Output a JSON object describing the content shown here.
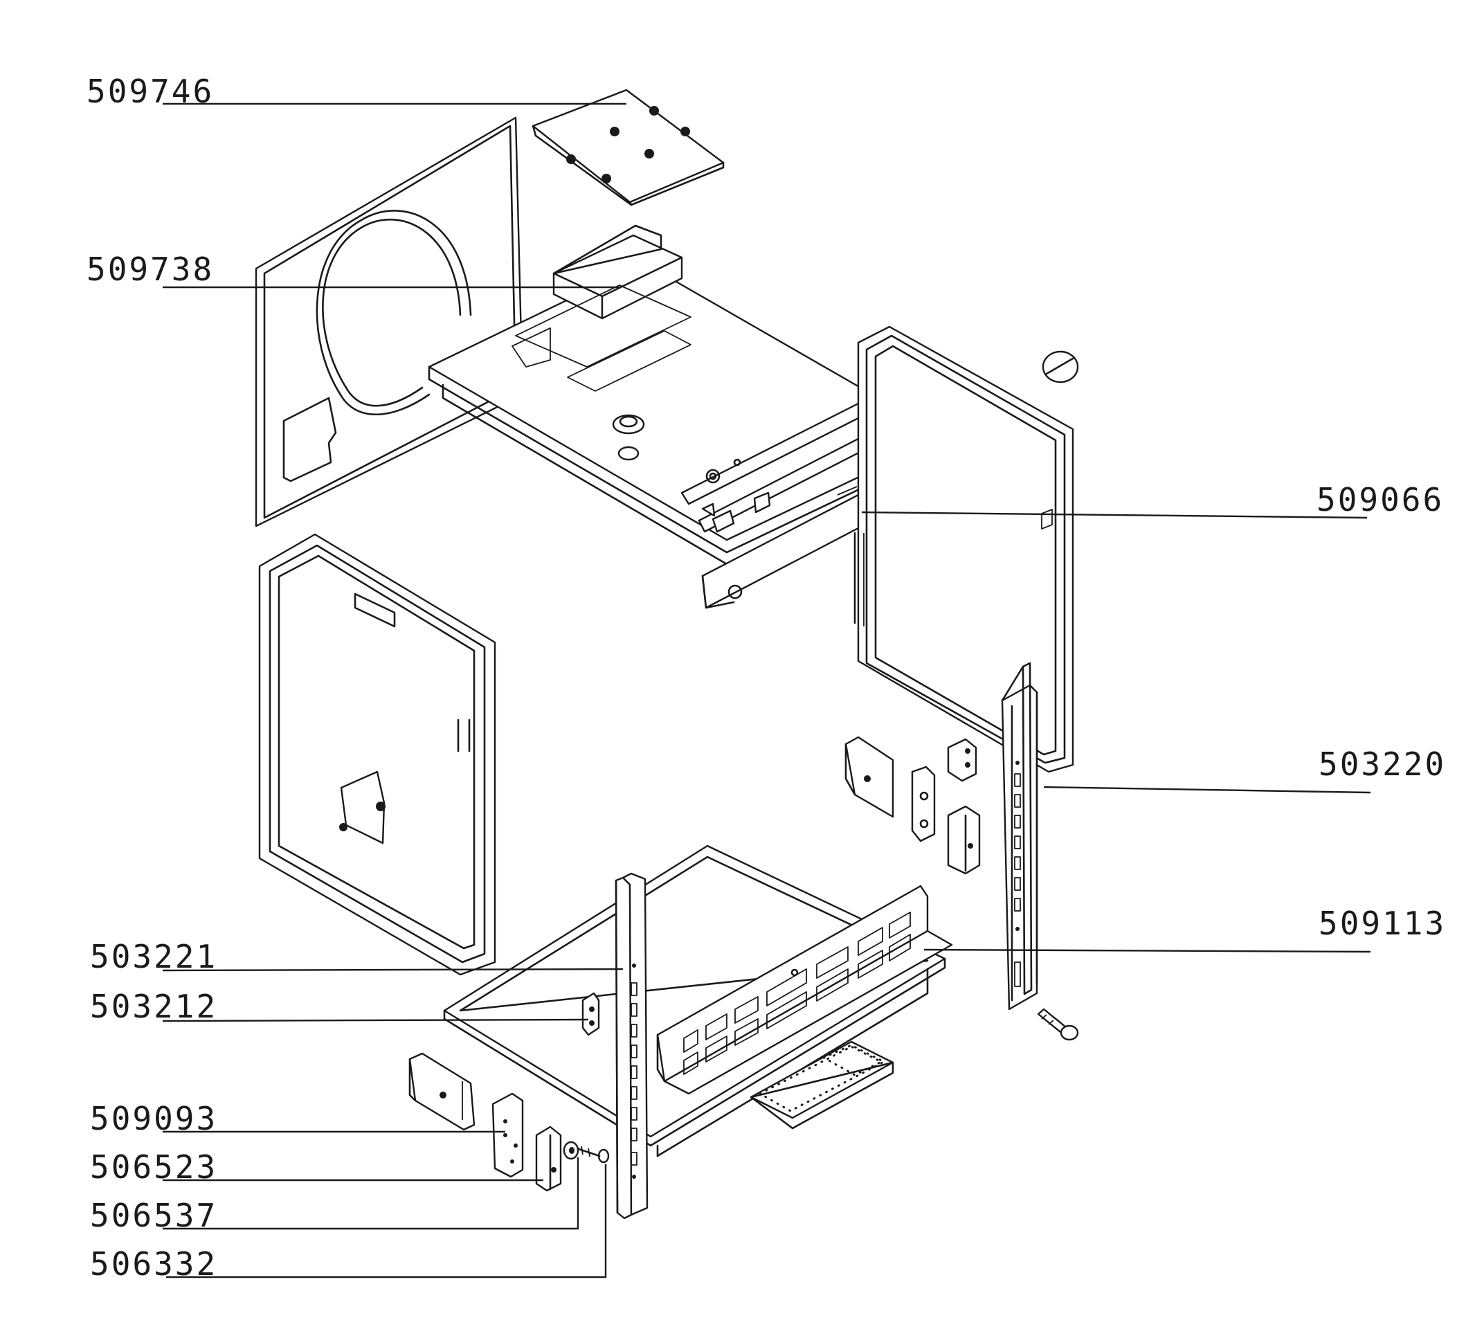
{
  "labels": {
    "l509746": "509746",
    "l509738": "509738",
    "l509066": "509066",
    "l503220": "503220",
    "l509113": "509113",
    "l503221": "503221",
    "l503212": "503212",
    "l509093": "509093",
    "l506523": "506523",
    "l506537": "506537",
    "l506332": "506332"
  }
}
